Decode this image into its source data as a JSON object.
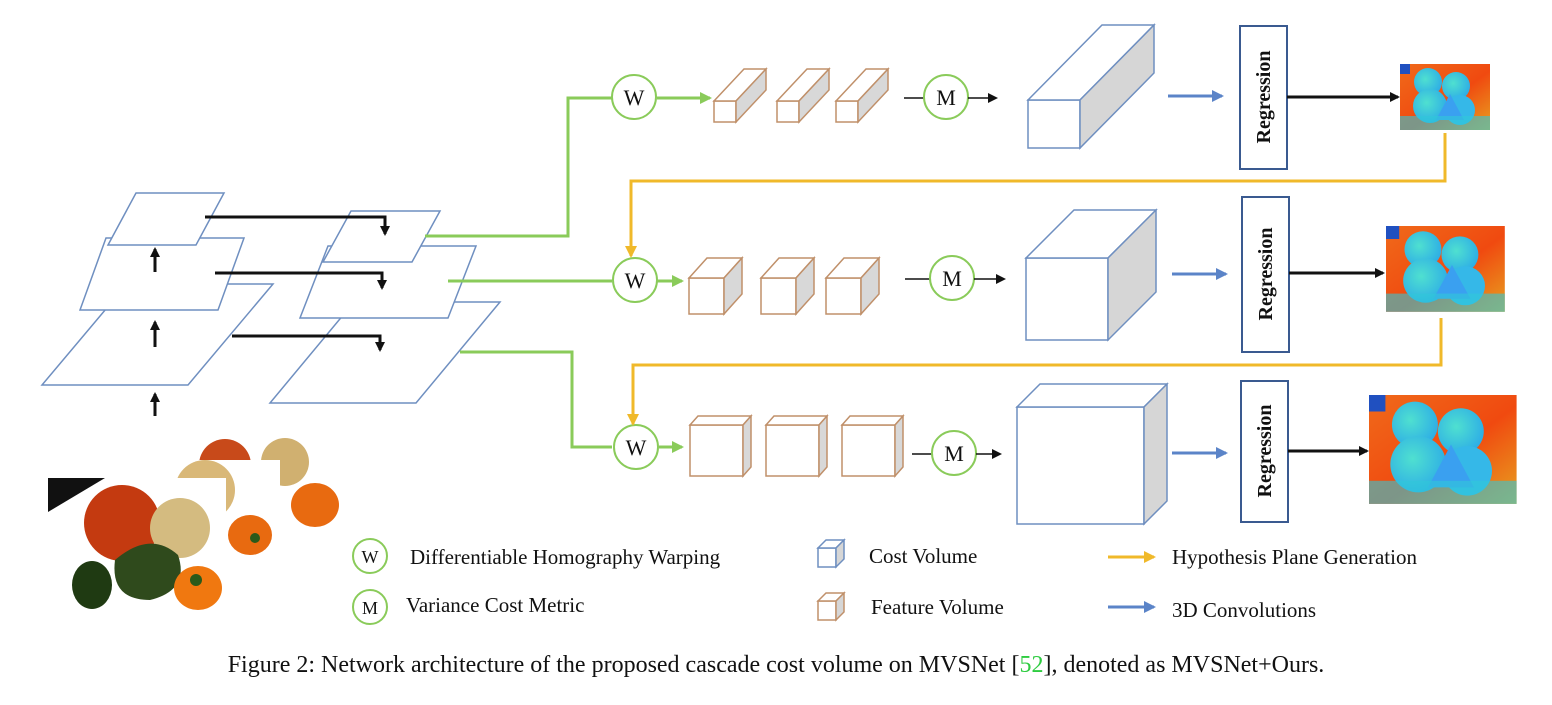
{
  "node_labels": {
    "warp": "W",
    "metric": "M"
  },
  "regression_label": "Regression",
  "legend": {
    "warping": "Differentiable Homography Warping",
    "variance": "Variance Cost Metric",
    "cost_volume": "Cost Volume",
    "feature_volume": "Feature Volume",
    "hypothesis": "Hypothesis Plane Generation",
    "conv3d": "3D Convolutions"
  },
  "caption": {
    "prefix": "Figure 2: Network architecture of the proposed cascade cost volume on MVSNet [",
    "cite": "52",
    "suffix": "], denoted as MVSNet+Ours."
  },
  "colors": {
    "plane_stroke": "#6f8fc0",
    "feature_stroke": "#c0906a",
    "cost_stroke": "#6f8fc0",
    "green": "#8acb5a",
    "yellow": "#f0b92a",
    "blue": "#5b84c8",
    "black": "#111111"
  },
  "icons": [
    "input-images",
    "depth-map-stage1",
    "depth-map-stage2",
    "depth-map-stage3"
  ]
}
